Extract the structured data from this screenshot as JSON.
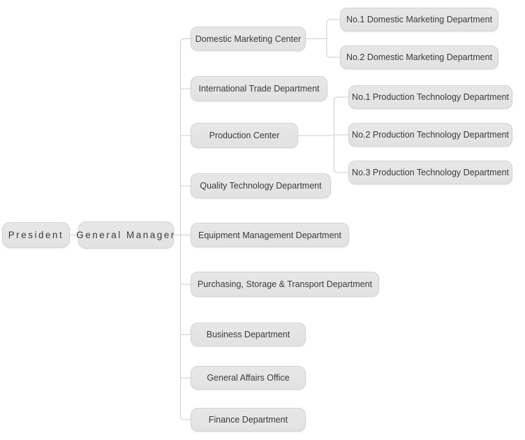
{
  "diagram": {
    "type": "org-chart",
    "colors": {
      "node_fill": "#e4e4e4",
      "node_border": "#d3d3d3",
      "node_text": "#3b3b3b",
      "line": "#cccccc",
      "background": "#ffffff"
    },
    "nodes": [
      {
        "id": "president",
        "label": "President",
        "parent": null,
        "level": 1
      },
      {
        "id": "general-manager",
        "label": "General Manager",
        "parent": "president",
        "level": 2
      },
      {
        "id": "domestic-marketing-center",
        "label": "Domestic Marketing Center",
        "parent": "general-manager",
        "level": 3
      },
      {
        "id": "international-trade",
        "label": "International Trade Department",
        "parent": "general-manager",
        "level": 3
      },
      {
        "id": "production-center",
        "label": "Production Center",
        "parent": "general-manager",
        "level": 3
      },
      {
        "id": "quality-technology",
        "label": "Quality Technology Department",
        "parent": "general-manager",
        "level": 3
      },
      {
        "id": "equipment-management",
        "label": "Equipment Management Department",
        "parent": "general-manager",
        "level": 3
      },
      {
        "id": "purchasing-storage-transport",
        "label": "Purchasing, Storage & Transport Department",
        "parent": "general-manager",
        "level": 3
      },
      {
        "id": "business",
        "label": "Business Department",
        "parent": "general-manager",
        "level": 3
      },
      {
        "id": "general-affairs",
        "label": "General Affairs Office",
        "parent": "general-manager",
        "level": 3
      },
      {
        "id": "finance",
        "label": "Finance Department",
        "parent": "general-manager",
        "level": 3
      },
      {
        "id": "no1-domestic-marketing",
        "label": "No.1 Domestic Marketing Department",
        "parent": "domestic-marketing-center",
        "level": 4
      },
      {
        "id": "no2-domestic-marketing",
        "label": "No.2 Domestic Marketing Department",
        "parent": "domestic-marketing-center",
        "level": 4
      },
      {
        "id": "no1-production-technology",
        "label": "No.1 Production Technology Department",
        "parent": "production-center",
        "level": 4
      },
      {
        "id": "no2-production-technology",
        "label": "No.2 Production Technology Department",
        "parent": "production-center",
        "level": 4
      },
      {
        "id": "no3-production-technology",
        "label": "No.3 Production Technology Department",
        "parent": "production-center",
        "level": 4
      }
    ]
  }
}
